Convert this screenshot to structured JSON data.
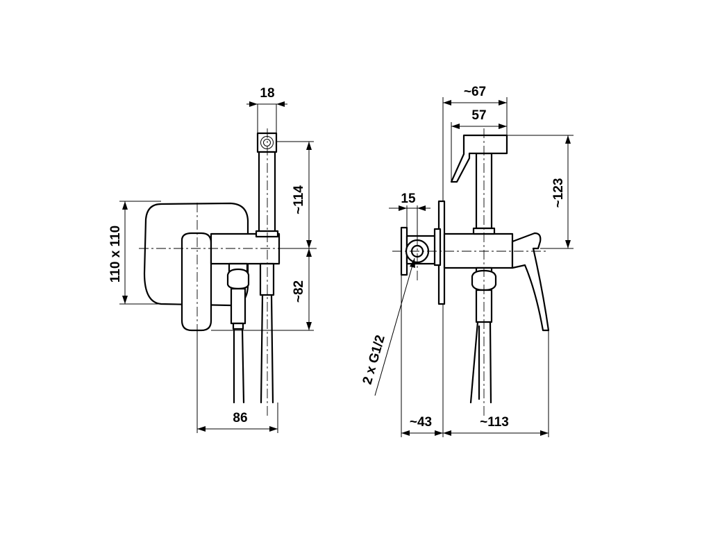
{
  "dimensions": {
    "front_top_width": "18",
    "front_height_upper": "~114",
    "front_height_lower": "~82",
    "front_plate_size": "110 x 110",
    "front_bottom_width": "86",
    "side_total_width": "~67",
    "side_head_width": "57",
    "side_height": "~123",
    "side_inlet_width": "15",
    "side_thread": "2 x G1/2",
    "side_depth_left": "~43",
    "side_depth_right": "~113"
  }
}
